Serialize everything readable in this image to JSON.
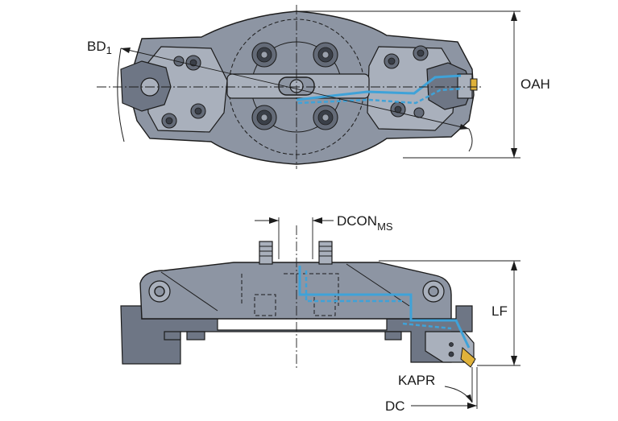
{
  "labels": {
    "bd1_main": "BD",
    "bd1_sub": "1",
    "oah": "OAH",
    "dcon_main": "DCON",
    "dcon_sub": "MS",
    "lf": "LF",
    "kapr": "KAPR",
    "dc": "DC"
  },
  "colors": {
    "body": "#8d95a3",
    "coolant": "#3fa2d8",
    "line": "#1c1c1c"
  }
}
